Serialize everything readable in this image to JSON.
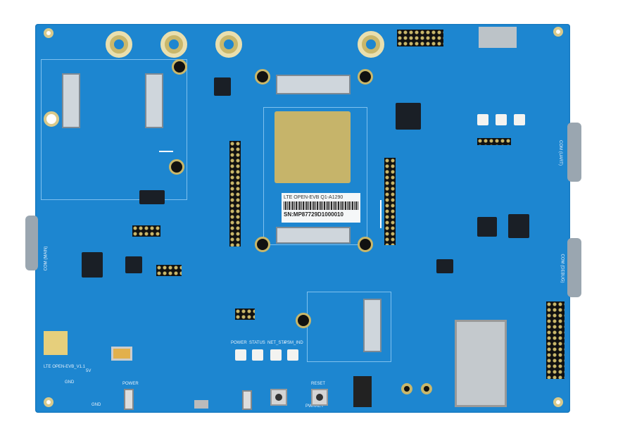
{
  "board": {
    "module_label": "LTE OPEN-EVB Q1-A1290",
    "serial_number": "SN:MP87729D1000010",
    "silkscreen_name": "LTE OPEN-EVB_V1.1",
    "led_labels": [
      "POWER",
      "STATUS",
      "NET_STA",
      "PSM_IND"
    ],
    "button_labels": [
      "PWRKEY",
      "RESET"
    ],
    "switch_label": "POWER",
    "power_labels": [
      "5V",
      "GND",
      "GND"
    ],
    "com_labels": [
      "COM (MAIN)",
      "COM (DEBUG)",
      "COM (UART)"
    ],
    "colors": {
      "pcb": "#1d86d0",
      "gold": "#c9b76a",
      "silk": "#e8f2fb"
    }
  }
}
